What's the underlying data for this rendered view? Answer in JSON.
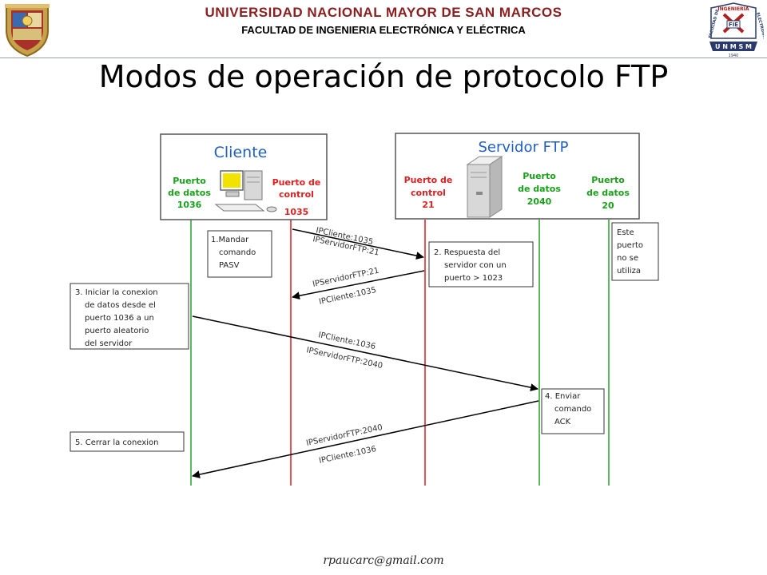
{
  "header": {
    "university": "UNIVERSIDAD NACIONAL MAYOR DE SAN MARCOS",
    "faculty": "FACULTAD DE INGENIERIA ELECTRÓNICA Y ELÉCTRICA"
  },
  "title": "Modos de operación de protocolo FTP",
  "footer": "rpaucarc@gmail.com",
  "logo_right": {
    "top": "INGENIERÍA",
    "left": "FACULTAD DE",
    "right": "ELECTRÓNICA",
    "badge": "FIE",
    "bottom": "U N M S M",
    "year": "1940"
  },
  "colors": {
    "university_text": "#8b1e1e",
    "control_port": "#e02020",
    "data_port": "#1aa01a",
    "box_title": "#2060c0"
  },
  "diagram": {
    "client_title": "Cliente",
    "server_title": "Servidor FTP",
    "client_data_port": [
      "Puerto",
      "de datos",
      "1036"
    ],
    "client_control_port": [
      "Puerto de",
      "control",
      "1035"
    ],
    "server_control_port": [
      "Puerto de",
      "control",
      "21"
    ],
    "server_data_port": [
      "Puerto",
      "de datos",
      "2040"
    ],
    "server_data_port_20": [
      "Puerto",
      "de datos",
      "20"
    ],
    "notes": {
      "step1": [
        "1.Mandar",
        "comando",
        "PASV"
      ],
      "step2": [
        "2. Respuesta del",
        "servidor con un",
        "puerto > 1023"
      ],
      "unused": [
        "Este",
        "puerto",
        "no se",
        "utiliza"
      ],
      "step3": [
        "3. Iniciar la conexion",
        "de datos desde el",
        "puerto 1036 a un",
        "puerto aleatorio",
        "del servidor"
      ],
      "step4": [
        "4. Enviar",
        "comando",
        "ACK"
      ],
      "step5": "5. Cerrar la conexion"
    },
    "arrows": {
      "a1_line1": "IPCliente:1035",
      "a1_line2": "IPServidorFTP:21",
      "a2_line1": "IPServidorFTP:21",
      "a2_line2": "IPCliente:1035",
      "a3_line1": "IPCliente:1036",
      "a3_line2": "IPServidorFTP:2040",
      "a4_line1": "IPServidorFTP:2040",
      "a4_line2": "IPCliente:1036"
    }
  }
}
